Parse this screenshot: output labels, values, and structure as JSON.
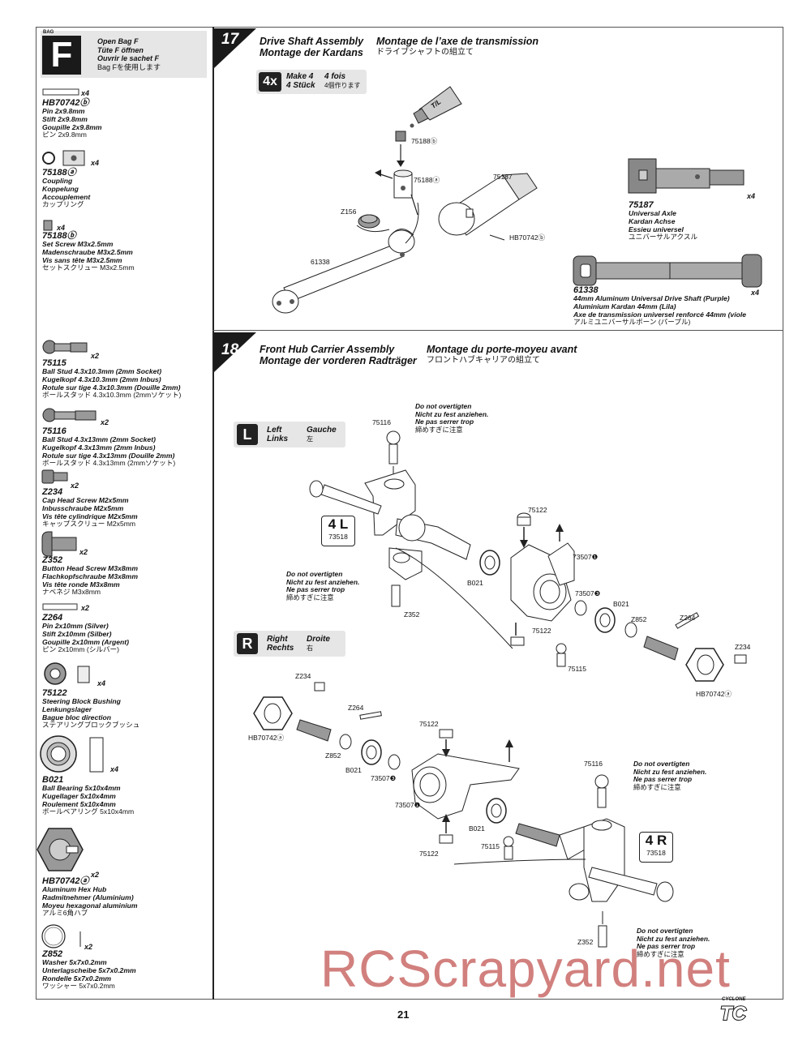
{
  "bag": {
    "tag": "BAG",
    "letter": "F",
    "lines": [
      "Open Bag F",
      "Tüte F öffnen",
      "Ouvrir le sachet F"
    ],
    "jp": "Bag Fを使用します"
  },
  "parts": [
    {
      "pn": "HB70742ⓑ",
      "qty": "x4",
      "names": [
        "Pin 2x9.8mm",
        "Stift 2x9.8mm",
        "Goupille 2x9.8mm"
      ],
      "jp": "ピン 2x9.8mm"
    },
    {
      "pn": "75188ⓐ",
      "qty": "x4",
      "names": [
        "Coupling",
        "Koppelung",
        "Accouplement"
      ],
      "jp": "カップリング"
    },
    {
      "pn": "75188ⓑ",
      "qty": "x4",
      "names": [
        "Set Screw M3x2.5mm",
        "Madenschraube M3x2.5mm",
        "Vis sans tête M3x2.5mm"
      ],
      "jp": "セットスクリュー M3x2.5mm"
    },
    {
      "pn": "75115",
      "qty": "x2",
      "names": [
        "Ball Stud 4.3x10.3mm (2mm Socket)",
        "Kugelkopf 4.3x10.3mm (2mm Inbus)",
        "Rotule sur tige 4.3x10.3mm (Douille 2mm)"
      ],
      "jp": "ボールスタッド 4.3x10.3mm (2mmソケット)"
    },
    {
      "pn": "75116",
      "qty": "x2",
      "names": [
        "Ball Stud 4.3x13mm (2mm Socket)",
        "Kugelkopf 4.3x13mm (2mm Inbus)",
        "Rotule sur tige 4.3x13mm (Douille 2mm)"
      ],
      "jp": "ボールスタッド 4.3x13mm (2mmソケット)"
    },
    {
      "pn": "Z234",
      "qty": "x2",
      "names": [
        "Cap Head Screw M2x5mm",
        "Inbusschraube M2x5mm",
        "Vis tête cylindrique M2x5mm"
      ],
      "jp": "キャップスクリュー M2x5mm"
    },
    {
      "pn": "Z352",
      "qty": "x2",
      "names": [
        "Button Head Screw M3x8mm",
        "Flachkopfschraube M3x8mm",
        "Vis tête ronde M3x8mm"
      ],
      "jp": "ナベネジ M3x8mm"
    },
    {
      "pn": "Z264",
      "qty": "x2",
      "names": [
        "Pin 2x10mm (Silver)",
        "Stift 2x10mm (Silber)",
        "Goupille 2x10mm (Argent)"
      ],
      "jp": "ピン 2x10mm (シルバー)"
    },
    {
      "pn": "75122",
      "qty": "x4",
      "names": [
        "Steering Block Bushing",
        "Lenkungslager",
        "Bague bloc direction"
      ],
      "jp": "ステアリングブロックブッシュ"
    },
    {
      "pn": "B021",
      "qty": "x4",
      "names": [
        "Ball Bearing 5x10x4mm",
        "Kugellager 5x10x4mm",
        "Roulement 5x10x4mm"
      ],
      "jp": "ボールベアリング 5x10x4mm"
    },
    {
      "pn": "HB70742ⓐ",
      "qty": "x2",
      "names": [
        "Aluminum Hex Hub",
        "Radmitnehmer (Aluminium)",
        "Moyeu hexagonal aluminium"
      ],
      "jp": "アルミ6角ハブ"
    },
    {
      "pn": "Z852",
      "qty": "x2",
      "names": [
        "Washer 5x7x0.2mm",
        "Unterlagscheibe 5x7x0.2mm",
        "Rondelle 5x7x0.2mm"
      ],
      "jp": "ワッシャー 5x7x0.2mm"
    }
  ],
  "step17": {
    "num": "17",
    "title_en": "Drive Shaft Assembly",
    "title_de": "Montage der Kardans",
    "title_fr": "Montage de l’axe de transmission",
    "title_jp": "ドライブシャフトの組立て",
    "make": {
      "badge": "4x",
      "en": "Make 4",
      "de": "4 Stück",
      "fr": "4 fois",
      "jp": "4個作ります"
    },
    "labels": {
      "tl": "T/L",
      "setscrew": "75188ⓑ",
      "coupling": "75188ⓐ",
      "axle": "75187",
      "z156": "Z156",
      "pin": "HB70742ⓑ",
      "shaft": "61338"
    },
    "ref1": {
      "pn": "75187",
      "qty": "x4",
      "names": [
        "Universal Axle",
        "Kardan Achse",
        "Essieu universel"
      ],
      "jp": "ユニバーサルアクスル"
    },
    "ref2": {
      "pn": "61338",
      "qty": "x4",
      "names": [
        "44mm Aluminum Universal Drive Shaft (Purple)",
        "Aluminium Kardan 44mm (Lila)",
        "Axe de transmission universel renforcé 44mm (viole"
      ],
      "jp": "アルミユニバーサルボーン (パープル)"
    }
  },
  "step18": {
    "num": "18",
    "title_en": "Front Hub Carrier Assembly",
    "title_de": "Montage der vorderen Radträger",
    "title_fr": "Montage du porte-moyeu avant",
    "title_jp": "フロントハブキャリアの組立て",
    "left": {
      "badge": "L",
      "en": "Left",
      "de": "Links",
      "fr": "Gauche",
      "jp": "左"
    },
    "right": {
      "badge": "R",
      "en": "Right",
      "de": "Rechts",
      "fr": "Droite",
      "jp": "右"
    },
    "warning": {
      "en": "Do not overtigten",
      "de": "Nicht zu fest anziehen.",
      "fr": "Ne pas serrer trop",
      "jp": "締めすぎに注意"
    },
    "callout_l": {
      "big": "4 L",
      "sm": "73518"
    },
    "callout_r": {
      "big": "4 R",
      "sm": "73518"
    },
    "labels_l": {
      "a": "75116",
      "b": "75122",
      "c": "73507❶",
      "d": "B021",
      "e": "Z352",
      "f": "73507❸",
      "g": "B021",
      "h": "Z852",
      "i": "Z264",
      "j": "Z234",
      "k": "75122",
      "l": "75115",
      "m": "HB70742ⓐ"
    },
    "labels_r": {
      "a": "Z234",
      "b": "Z264",
      "c": "HB70742ⓐ",
      "d": "Z852",
      "e": "B021",
      "f": "73507❸",
      "g": "75122",
      "h": "73507❶",
      "i": "75116",
      "j": "B021",
      "k": "75115",
      "l": "75122",
      "m": "Z352"
    }
  },
  "page_number": "21",
  "watermark": "RCScrapyard.net",
  "logo": {
    "small": "CYCLONE",
    "big": "TC"
  }
}
